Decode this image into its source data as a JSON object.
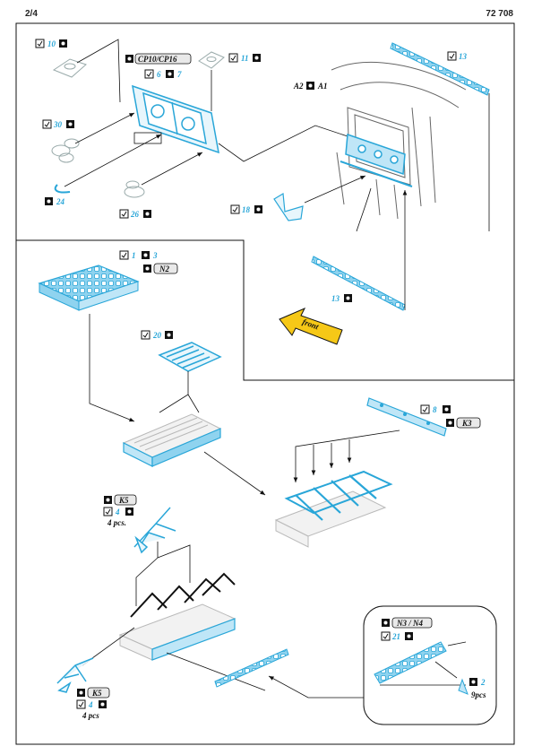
{
  "header": {
    "page": "2/4",
    "code": "72 708"
  },
  "colors": {
    "part_blue": "#29a6d8",
    "line": "#111111",
    "arrow_yellow": "#f6c817",
    "gray_part": "#b9b9b9"
  },
  "icons": {
    "bend": "bend-check-icon",
    "plastic": "plastic-part-icon",
    "direction": "front-arrow-icon"
  },
  "labels": {
    "p10": "10",
    "p11": "11",
    "p13a": "13",
    "p13b": "13",
    "p30": "30",
    "p24": "24",
    "p26": "26",
    "p18": "18",
    "p6": "6",
    "p7": "7",
    "cp": "CP10/CP16",
    "a2": "A2",
    "a1": "A1",
    "p1": "1",
    "p3": "3",
    "n2": "N2",
    "p20": "20",
    "front": "front",
    "p8": "8",
    "k3": "K3",
    "k5a": "K5",
    "p4a": "4",
    "pcs_a": "4 pcs.",
    "k5b": "K5",
    "p4b": "4",
    "pcs_b": "4 pcs",
    "n3n4": "N3 / N4",
    "p21": "21",
    "p2": "2",
    "pcs9": "9pcs"
  }
}
